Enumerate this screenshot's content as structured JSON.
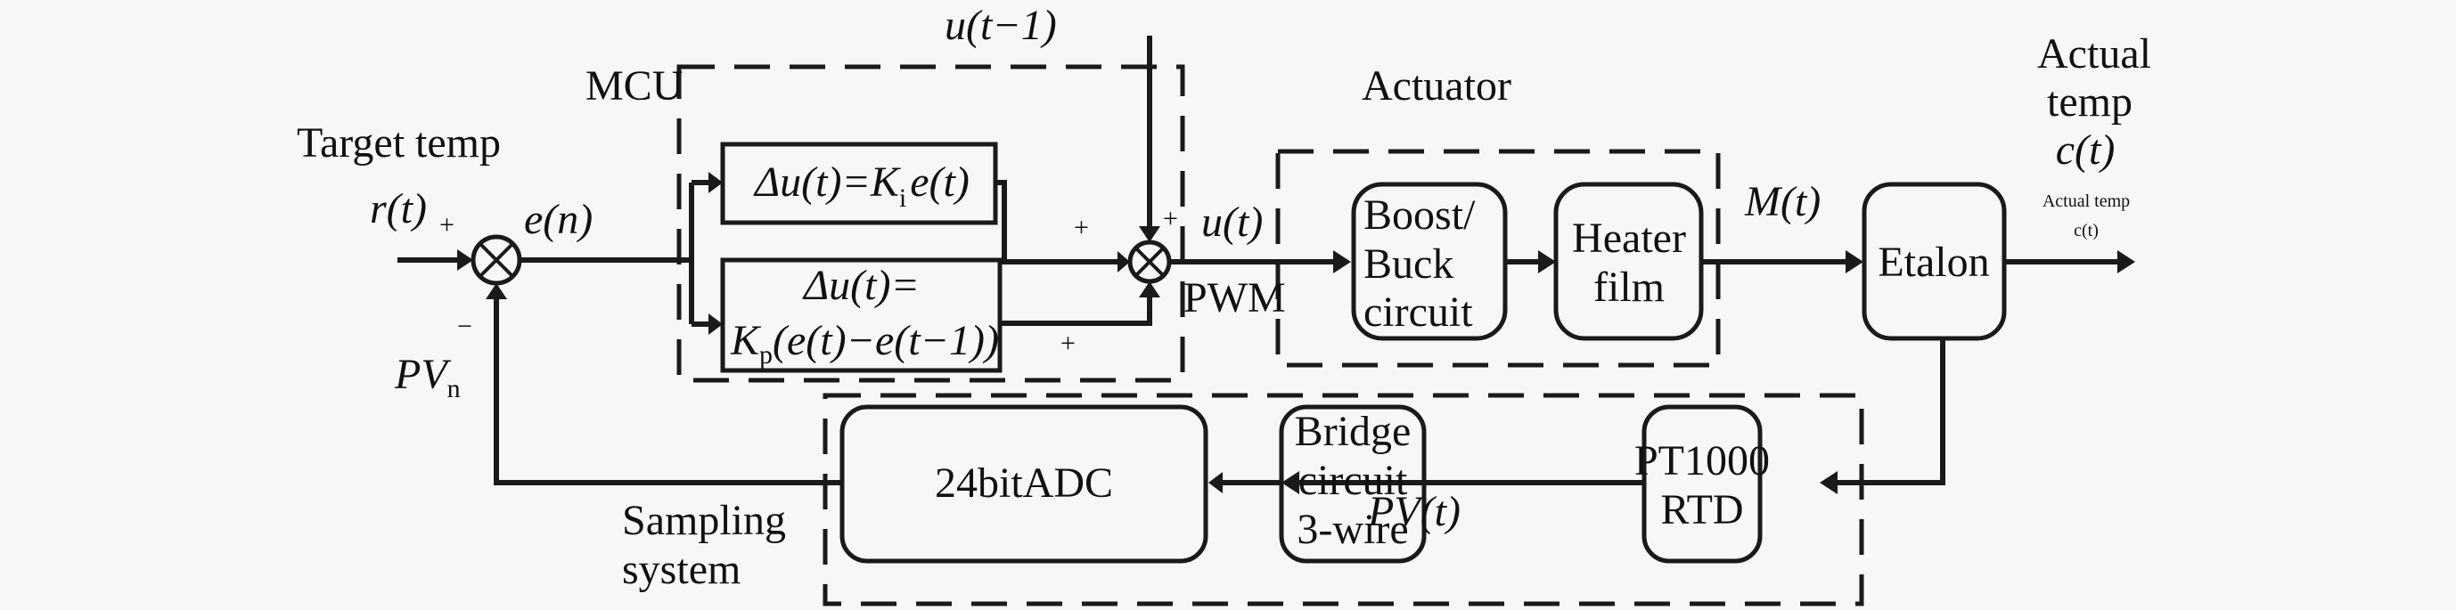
{
  "labels": {
    "target_temp": "Target temp",
    "r_t": "r(t)",
    "plus_r": "+",
    "e_n": "e(n)",
    "minus_pv": "−",
    "pv_n": "PV",
    "pv_n_sub": "n",
    "mcu": "MCU",
    "u_t_minus_1": "u(t−1)",
    "plus_top": "+",
    "plus_ki": "+",
    "plus_kp": "+",
    "u_t": "u(t)",
    "pwm": "PWM",
    "actuator": "Actuator",
    "m_t": "M(t)",
    "actual_temp_line1": "Actual",
    "actual_temp_line2": "temp",
    "c_t": "c(t)",
    "actual_temp_small": "Actual temp",
    "c_t_small": "c(t)",
    "pv_t": "PV(t)",
    "sampling_line1": "Sampling",
    "sampling_line2": "system"
  },
  "blocks": {
    "ki": "Δu(t)=K",
    "ki_sub": "i",
    "ki_tail": "e(t)",
    "kp_line1": "Δu(t)=",
    "kp_line2_head": "K",
    "kp_sub": "p",
    "kp_line2_tail": "(e(t)−e(t−1))",
    "boost_line1": "Boost/",
    "boost_line2": "Buck",
    "boost_line3": "circuit",
    "heater_line1": "Heater",
    "heater_line2": "film",
    "etalon": "Etalon",
    "rtd_line1": "PT1000",
    "rtd_line2": "RTD",
    "bridge_line1": "Bridge",
    "bridge_line2": "circuit",
    "bridge_line3": "3-wire",
    "adc": "24bitADC"
  }
}
